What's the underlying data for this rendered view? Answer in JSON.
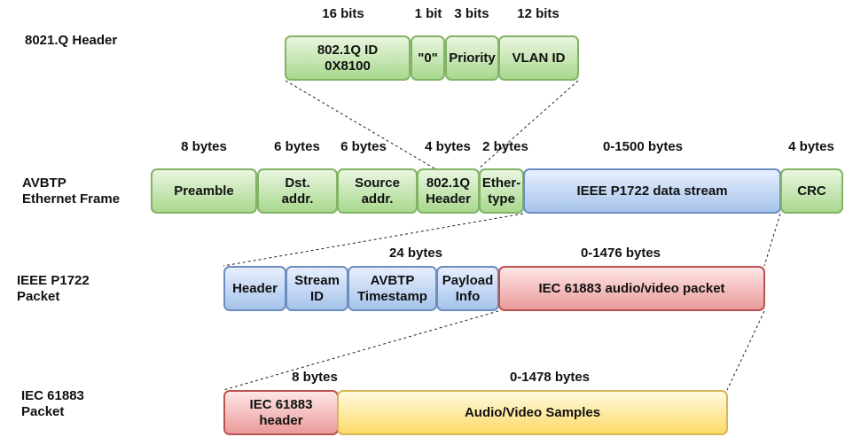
{
  "row_labels": {
    "vlan": "8021.Q Header",
    "ethernet": "AVBTP\nEthernet Frame",
    "p1722": "IEEE P1722\nPacket",
    "iec": "IEC 61883\nPacket"
  },
  "vlan_header": {
    "sizes": [
      "16 bits",
      "1 bit",
      "3 bits",
      "12 bits"
    ],
    "fields": [
      "802.1Q ID\n0X8100",
      "\"0\"",
      "Priority",
      "VLAN ID"
    ]
  },
  "ethernet_frame": {
    "sizes": [
      "8 bytes",
      "6 bytes",
      "6 bytes",
      "4 bytes",
      "2 bytes",
      "0-1500 bytes",
      "4 bytes"
    ],
    "fields": [
      "Preamble",
      "Dst.\naddr.",
      "Source\naddr.",
      "802.1Q\nHeader",
      "Ether-\ntype",
      "IEEE P1722 data stream",
      "CRC"
    ]
  },
  "p1722_packet": {
    "sizes": [
      "24 bytes",
      "0-1476 bytes"
    ],
    "fields": [
      "Header",
      "Stream\nID",
      "AVBTP\nTimestamp",
      "Payload\nInfo",
      "IEC 61883 audio/video packet"
    ]
  },
  "iec_packet": {
    "sizes": [
      "8 bytes",
      "0-1478 bytes"
    ],
    "fields": [
      "IEC 61883\nheader",
      "Audio/Video Samples"
    ]
  },
  "colors": {
    "green_fill": "#a9d88e",
    "green_border": "#82b366",
    "blue_fill": "#a6c3ea",
    "blue_border": "#6c8ebf",
    "red_fill": "#ea9a9a",
    "red_border": "#b85450",
    "yellow_fill": "#fdd969",
    "yellow_border": "#d6b656"
  }
}
